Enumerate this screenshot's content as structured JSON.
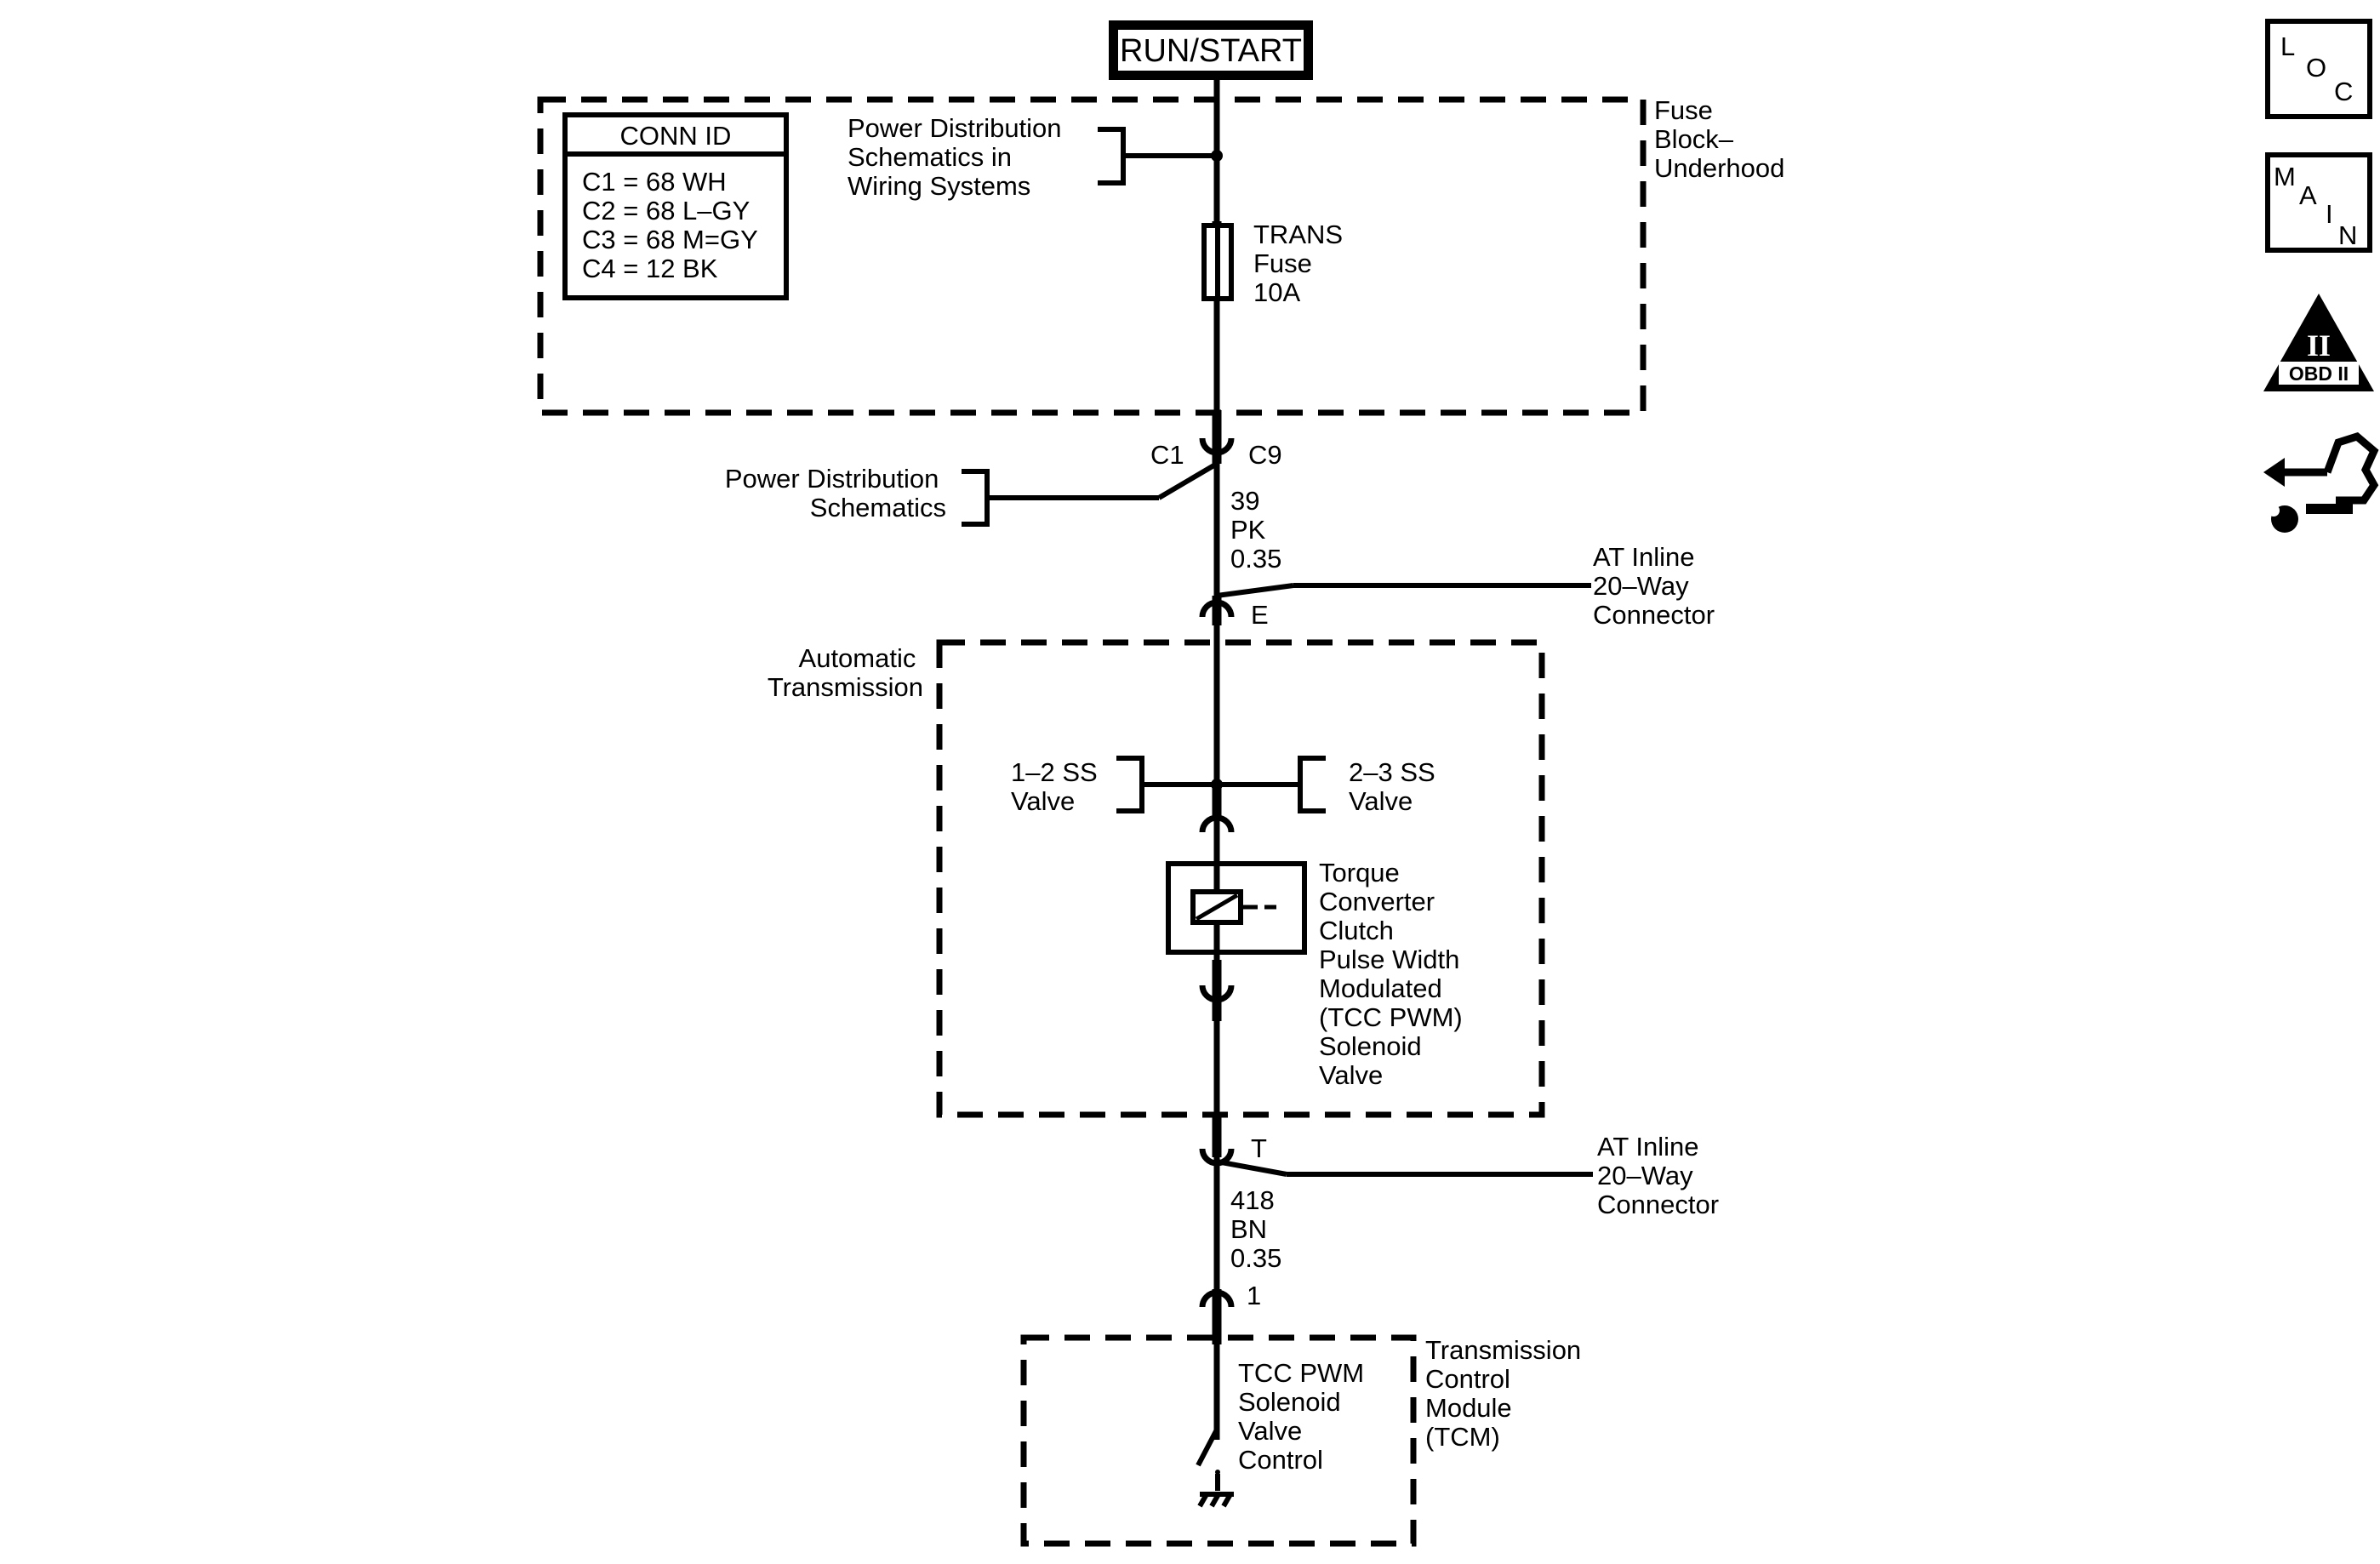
{
  "power_source": "RUN/START",
  "conn_id": {
    "title": "CONN ID",
    "rows": [
      "C1 = 68 WH",
      "C2 = 68 L–GY",
      "C3 = 68 M=GY",
      "C4 = 12 BK"
    ]
  },
  "fuse_block": {
    "name": [
      "Fuse",
      "Block–",
      "Underhood"
    ],
    "fuse_label": [
      "TRANS",
      "Fuse",
      "10A"
    ]
  },
  "refs": {
    "pd_wiring": [
      "Power Distribution",
      "Schematics in",
      "Wiring Systems"
    ],
    "pd_schematics": [
      "Power Distribution",
      "Schematics"
    ]
  },
  "connectors": {
    "c1": "C1",
    "c9": "C9",
    "e": "E",
    "t": "T",
    "one": "1",
    "inline_top": [
      "AT Inline",
      "20–Way",
      "Connector"
    ],
    "inline_bottom": [
      "AT Inline",
      "20–Way",
      "Connector"
    ]
  },
  "wires": {
    "upper": [
      "39",
      "PK",
      "0.35"
    ],
    "lower": [
      "418",
      "BN",
      "0.35"
    ]
  },
  "transmission": {
    "name": [
      "Automatic",
      "Transmission"
    ],
    "ss12": [
      "1–2 SS",
      "Valve"
    ],
    "ss23": [
      "2–3 SS",
      "Valve"
    ],
    "solenoid": [
      "Torque",
      "Converter",
      "Clutch",
      "Pulse Width",
      "Modulated",
      "(TCC PWM)",
      "Solenoid",
      "Valve"
    ]
  },
  "tcm": {
    "name": [
      "Transmission",
      "Control",
      "Module",
      "(TCM)"
    ],
    "control": [
      "TCC PWM",
      "Solenoid",
      "Valve",
      "Control"
    ]
  },
  "side_icons": {
    "loc": [
      "L",
      "O",
      "C"
    ],
    "main": [
      "M",
      "A",
      "I",
      "N"
    ],
    "obd_numeral": "II",
    "obd_label": "OBD II",
    "icons": [
      "loc-icon",
      "main-icon",
      "obd-ii-icon",
      "repair-arrows-icon"
    ]
  }
}
